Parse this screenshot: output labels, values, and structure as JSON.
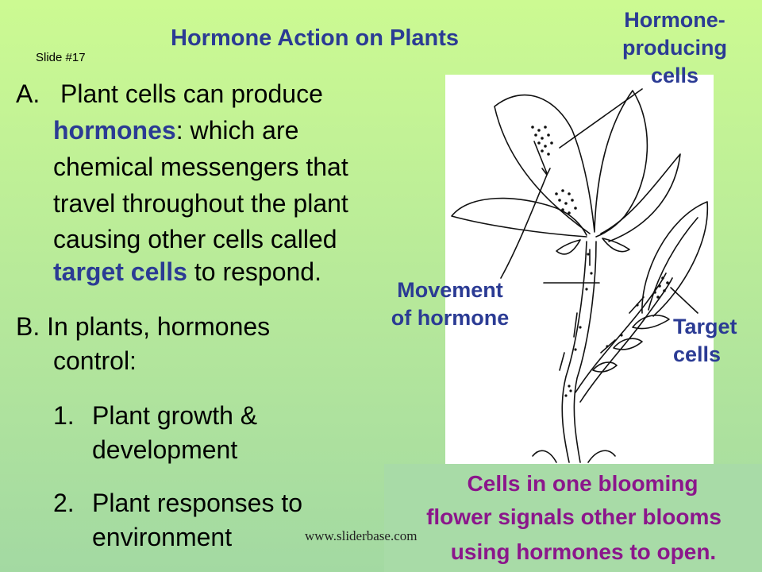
{
  "slide": {
    "title": "Hormone Action on Plants",
    "slide_number": "Slide #17"
  },
  "text": {
    "a_prefix": "A.",
    "a_line1": "Plant cells can produce",
    "a_hormones": "hormones",
    "a_line2_rest": ":  which are",
    "a_line3": "chemical messengers that",
    "a_line4": "travel throughout the plant",
    "a_line5": "causing other cells called",
    "a_target_cells": "target cells",
    "a_line6_rest": " to respond.",
    "b_line1": "B. In plants, hormones",
    "b_line2": "control:",
    "item1_num": "1.",
    "item1_line1": "Plant growth &",
    "item1_line2": "development",
    "item2_num": "2.",
    "item2_line1": "Plant responses to",
    "item2_line2": "environment"
  },
  "figure": {
    "label_hormone_line1": "Hormone-",
    "label_hormone_line2": "producing",
    "label_hormone_line3": "cells",
    "label_movement_line1": "Movement",
    "label_movement_line2": "of hormone",
    "label_target_line1": "Target",
    "label_target_line2": "cells"
  },
  "caption": {
    "line1": "Cells in one blooming",
    "line2": "flower signals other blooms",
    "line3": "using hormones to open."
  },
  "watermark": "www.sliderbase.com"
}
